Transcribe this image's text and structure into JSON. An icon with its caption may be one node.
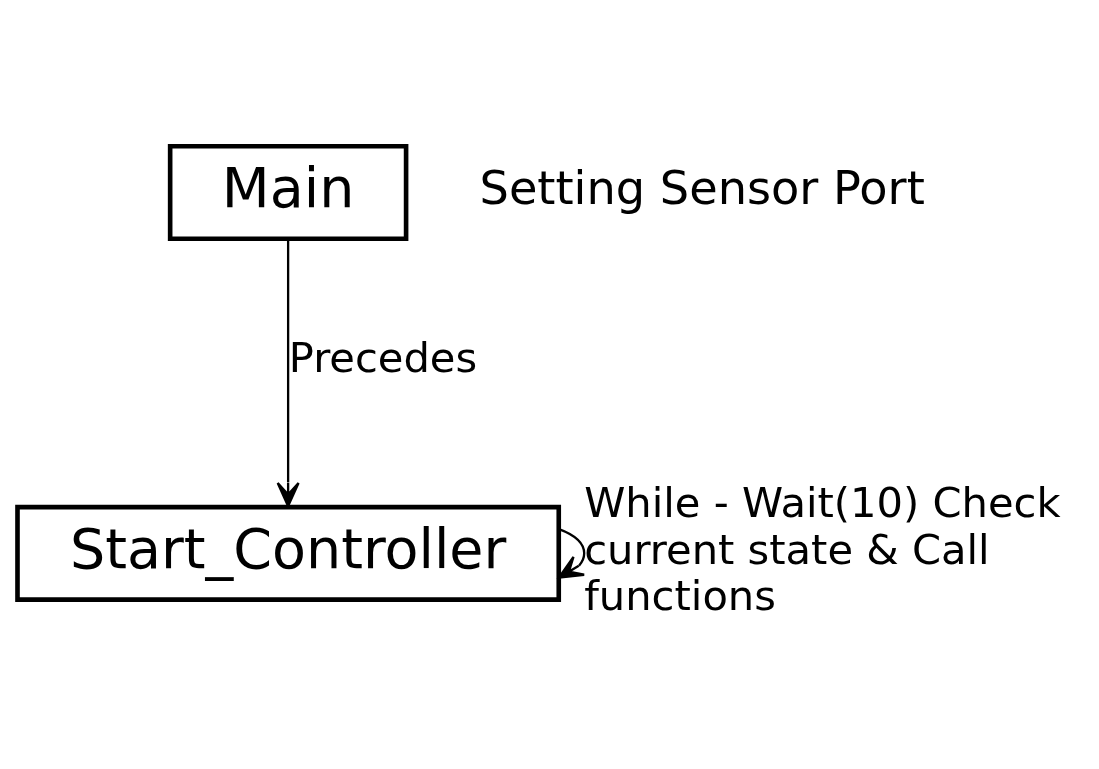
{
  "diagram": {
    "nodes": [
      {
        "text": [
          "Main"
        ],
        "beside": [
          "Setting Sensor Port"
        ]
      },
      {
        "text": [
          "Start_Controller"
        ]
      }
    ],
    "edges": [
      {
        "from": 0,
        "to": 1,
        "arrow": "to",
        "label": "Precedes"
      },
      {
        "from": 1,
        "to": 1,
        "arrow": "to",
        "label": "While - Wait(10) Check current state & Call functions"
      }
    ]
  }
}
